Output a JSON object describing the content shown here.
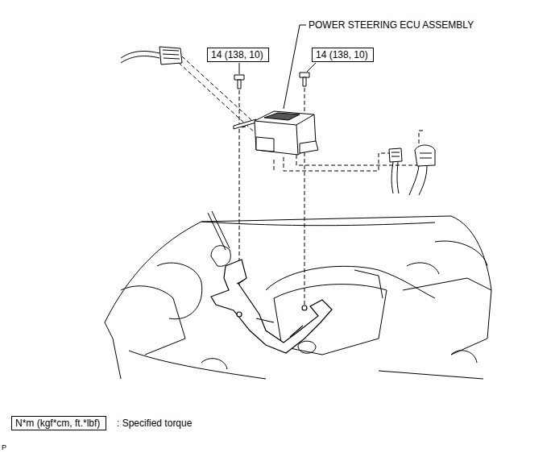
{
  "diagram": {
    "nodes": [
      {
        "text": [
          "14 (138, 10)"
        ]
      },
      {
        "text": [
          "14 (138, 10)"
        ]
      },
      {
        "text": [
          "N*m (kgf*cm, ft.*lbf)"
        ]
      }
    ],
    "labels": [
      "POWER STEERING ECU ASSEMBLY",
      ": Specified torque",
      "P"
    ]
  }
}
